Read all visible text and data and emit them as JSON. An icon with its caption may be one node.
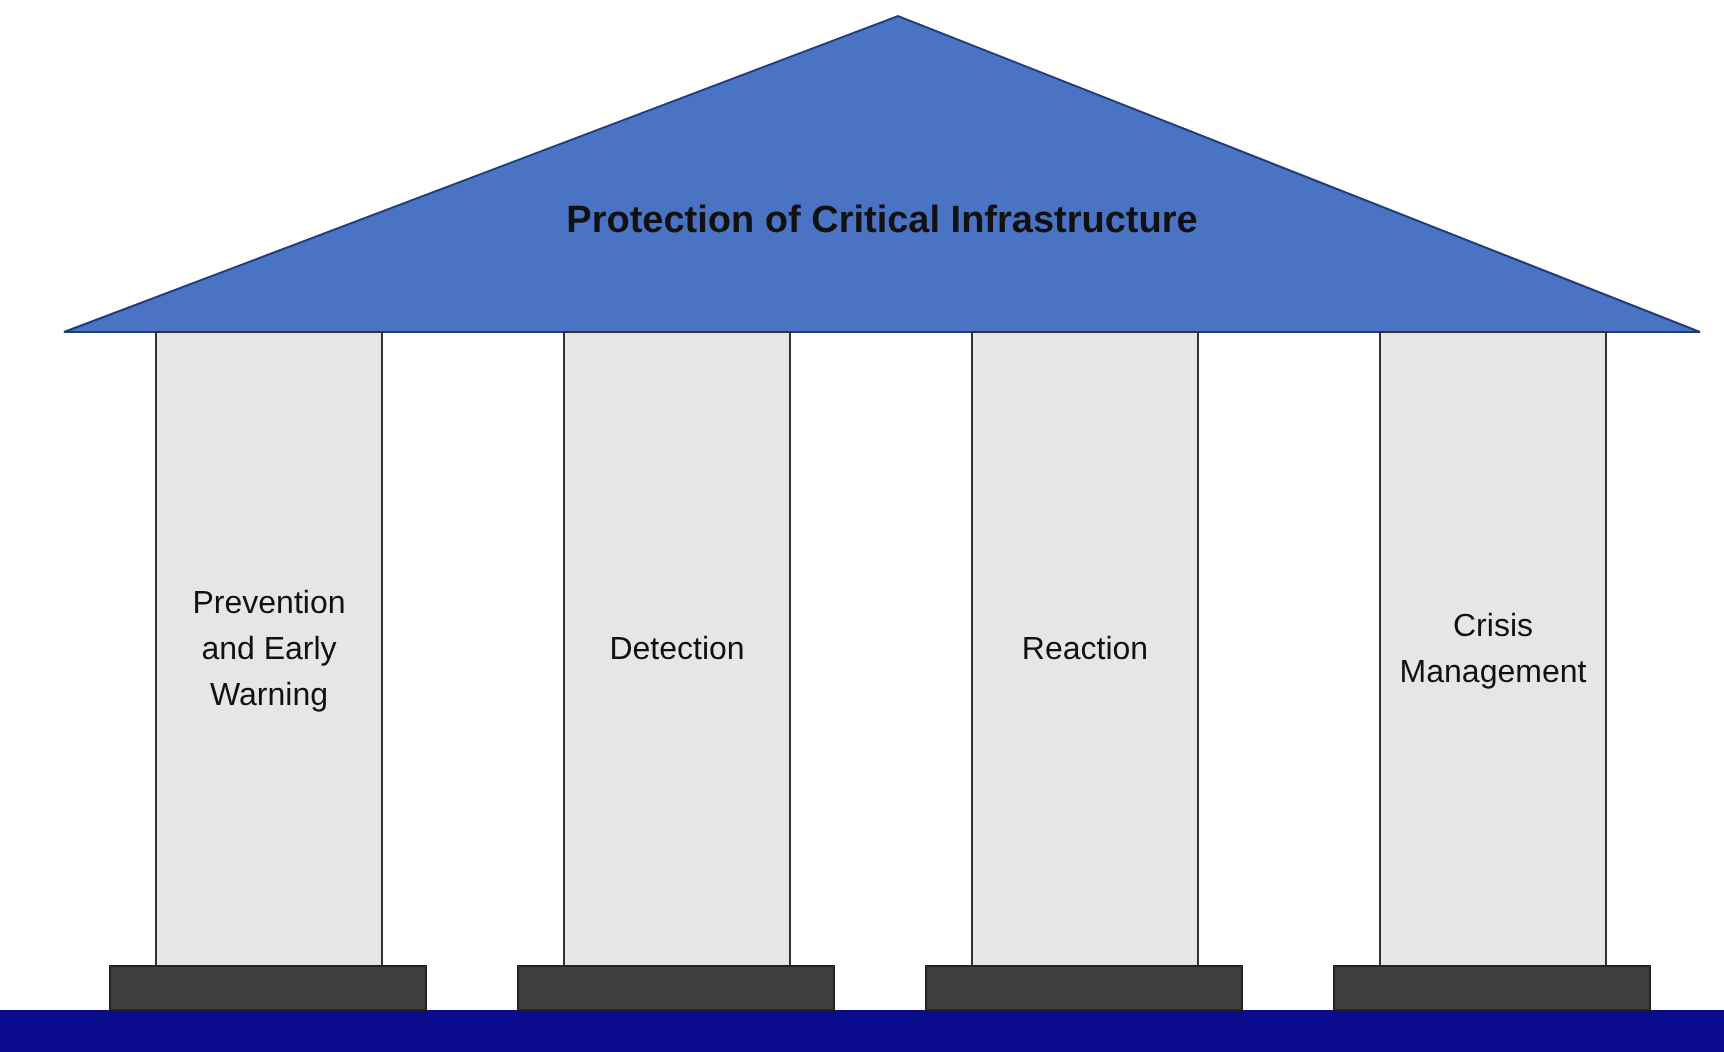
{
  "diagram": {
    "nodes": [
      {
        "text": [
          "Protection of Critical Infrastructure"
        ]
      },
      {
        "text": [
          "Prevention and Early Warning"
        ]
      },
      {
        "text": [
          "Detection"
        ]
      },
      {
        "text": [
          "Reaction"
        ]
      },
      {
        "text": [
          "Crisis Management"
        ]
      },
      {
        "text": [],
        "shape": "bar"
      },
      {
        "text": [],
        "shape": "bar"
      },
      {
        "text": [],
        "shape": "bar"
      },
      {
        "text": [],
        "shape": "bar"
      }
    ]
  }
}
